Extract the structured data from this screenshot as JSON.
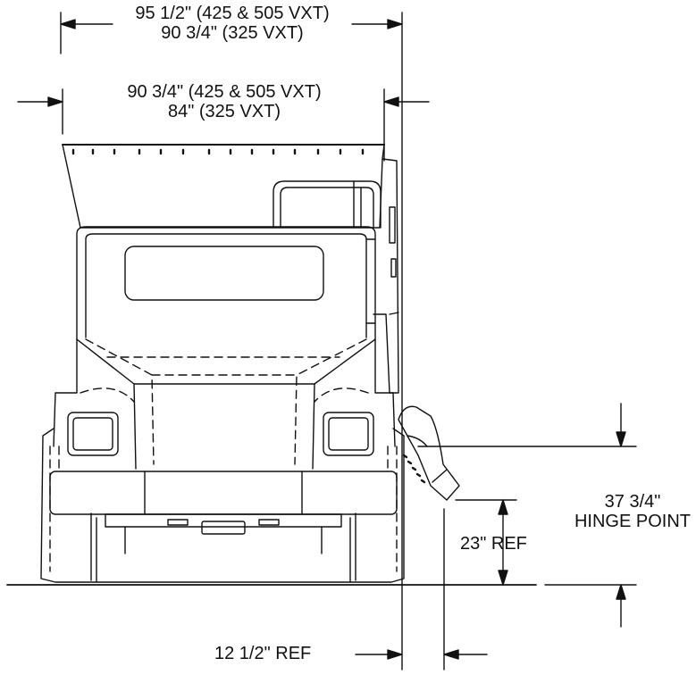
{
  "dimensions": {
    "overall_width": {
      "line1": "95 1/2\" (425 & 505 VXT)",
      "line2": "90 3/4\" (325 VXT)"
    },
    "inner_width": {
      "line1": "90 3/4\" (425 & 505 VXT)",
      "line2": "84\" (325 VXT)"
    },
    "hinge_height": {
      "line1": "37 3/4\"",
      "line2": "HINGE POINT"
    },
    "chute_height": "23\" REF",
    "chute_offset": "12 1/2\" REF"
  },
  "colors": {
    "line": "#111111",
    "background": "#ffffff"
  }
}
